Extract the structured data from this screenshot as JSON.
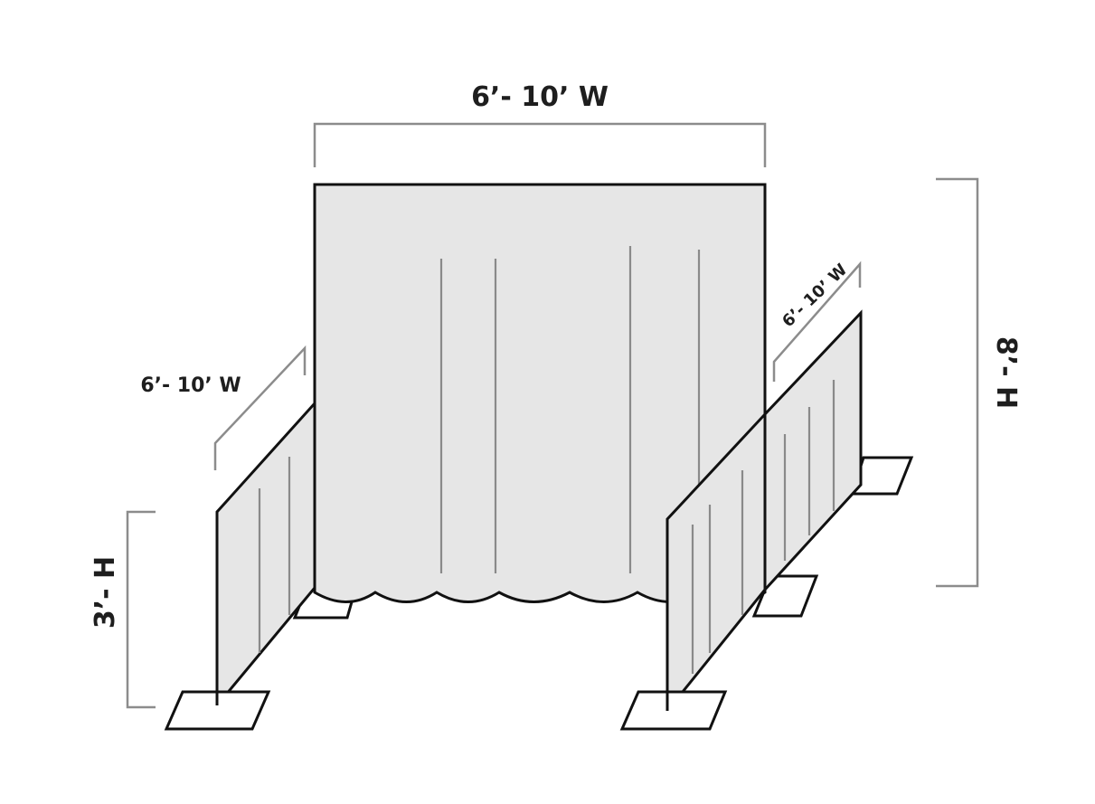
{
  "labels": {
    "back_width": "6’- 10’ W",
    "left_side_width": "6’- 10’ W",
    "right_side_width": "6’- 10’ W",
    "back_height": "8’- H",
    "side_height": "3’- H"
  },
  "colors": {
    "panel_fill": "#e6e6e6",
    "outline": "#111111",
    "dimension_line": "#8c8c8c",
    "fold_line": "#8a8a8a",
    "text": "#1e1e1e"
  }
}
